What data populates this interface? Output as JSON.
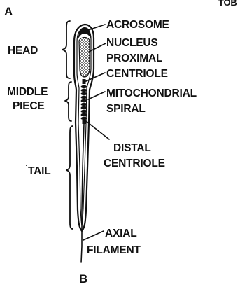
{
  "title_letter_top": "A",
  "title_letter_bottom": "B",
  "corner_text": "TOB",
  "regions": {
    "head": "HEAD",
    "middle_piece_line1": "MIDDLE",
    "middle_piece_line2": "PIECE",
    "tail": "TAIL"
  },
  "parts": {
    "acrosome": "ACROSOME",
    "nucleus": "NUCLEUS",
    "proximal_centriole_line1": "PROXIMAL",
    "proximal_centriole_line2": "CENTRIOLE",
    "mitochondrial_spiral_line1": "MITOCHONDRIAL",
    "mitochondrial_spiral_line2": "SPIRAL",
    "distal_centriole_line1": "DISTAL",
    "distal_centriole_line2": "CENTRIOLE",
    "axial_filament_line1": "AXIAL",
    "axial_filament_line2": "FILAMENT"
  },
  "colors": {
    "ink": "#111111",
    "background": "#ffffff"
  }
}
